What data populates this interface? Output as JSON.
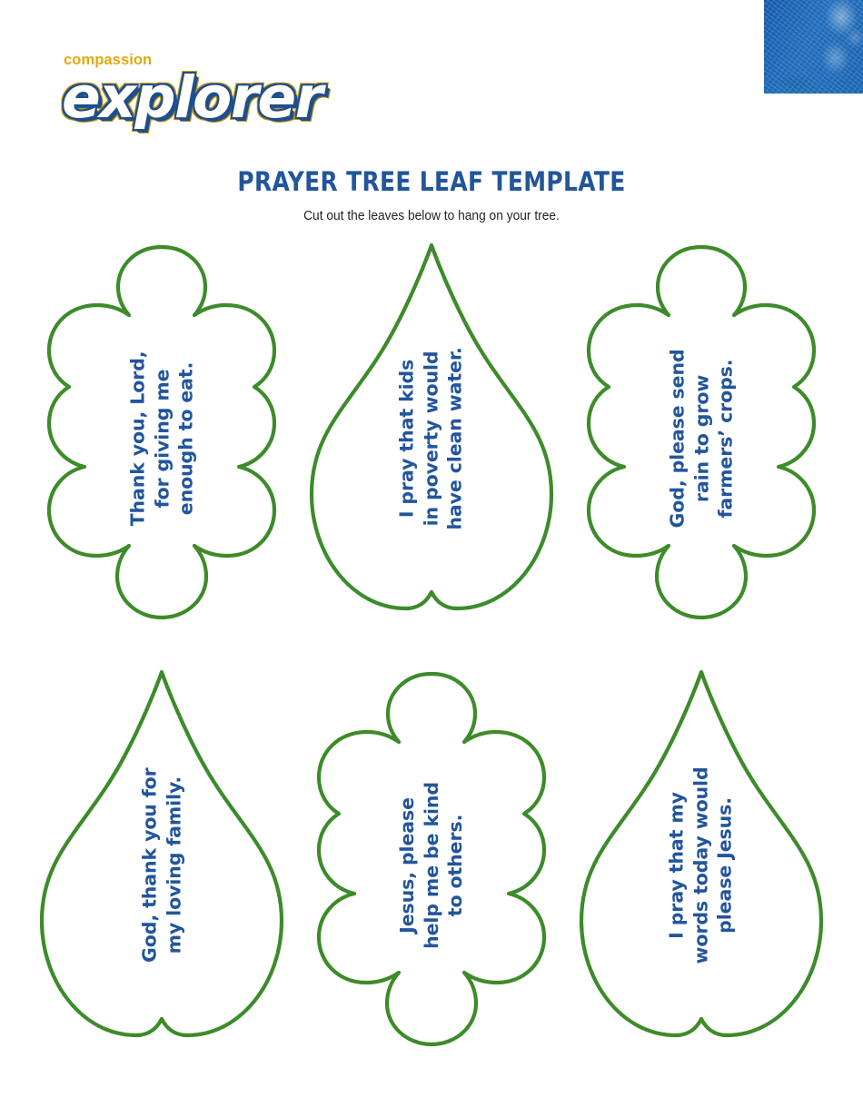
{
  "brand": {
    "compassion": "compassion",
    "explorer": "explorer"
  },
  "header": {
    "title": "PRAYER TREE LEAF TEMPLATE",
    "subtitle": "Cut out the leaves below to hang on your tree."
  },
  "colors": {
    "leaf_outline_green": "#3D8B2A",
    "text_blue": "#22559C",
    "gold": "#E3A90F",
    "corner_blue": "#1C64B0"
  },
  "decor": {
    "corner_block": "textured-blue-square"
  },
  "leaves": [
    {
      "shape": "oak",
      "lines": [
        "Thank you, Lord,",
        "for giving me",
        "enough to eat."
      ],
      "text": "Thank you, Lord, for giving me enough to eat."
    },
    {
      "shape": "pointed",
      "lines": [
        "I pray that kids",
        "in poverty would",
        "have clean water."
      ],
      "text": "I pray that kids in poverty would have clean water."
    },
    {
      "shape": "oak",
      "lines": [
        "God, please send",
        "rain to grow",
        "farmers’ crops."
      ],
      "text": "God, please send rain to grow farmers’ crops."
    },
    {
      "shape": "pointed",
      "lines": [
        "God, thank you for",
        "my loving family."
      ],
      "text": "God, thank you for my loving family."
    },
    {
      "shape": "oak",
      "lines": [
        "Jesus, please",
        "help me be kind",
        "to others."
      ],
      "text": "Jesus, please help me be kind to others."
    },
    {
      "shape": "pointed",
      "lines": [
        "I pray that my",
        "words today would",
        "please Jesus."
      ],
      "text": "I pray that my words today would please Jesus."
    }
  ]
}
